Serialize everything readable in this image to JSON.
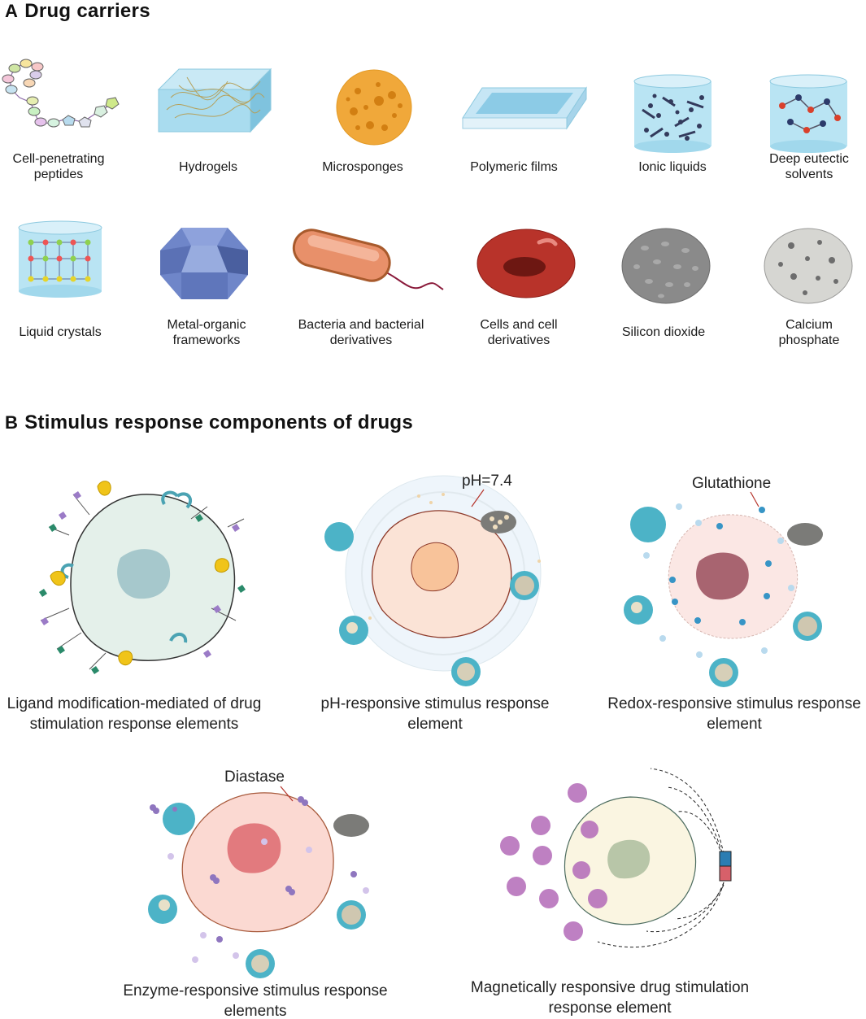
{
  "section_a": {
    "letter": "A",
    "title": "Drug carriers"
  },
  "carriers": [
    {
      "line1": "Cell-penetrating",
      "line2": "peptides"
    },
    {
      "line1": "Hydrogels",
      "line2": ""
    },
    {
      "line1": "Microsponges",
      "line2": ""
    },
    {
      "line1": "Polymeric films",
      "line2": ""
    },
    {
      "line1": "Ionic liquids",
      "line2": ""
    },
    {
      "line1": "Deep eutectic",
      "line2": "solvents"
    },
    {
      "line1": "Liquid crystals",
      "line2": ""
    },
    {
      "line1": "Metal-organic",
      "line2": "frameworks"
    },
    {
      "line1": "Bacteria and bacterial",
      "line2": "derivatives"
    },
    {
      "line1": "Cells and cell",
      "line2": "derivatives"
    },
    {
      "line1": "Silicon dioxide",
      "line2": ""
    },
    {
      "line1": "Calcium",
      "line2": "phosphate"
    }
  ],
  "section_b": {
    "letter": "B",
    "title": "Stimulus response components of drugs"
  },
  "stimuli": [
    {
      "line1": "Ligand modification-mediated of drug",
      "line2": "stimulation response elements",
      "annotation": ""
    },
    {
      "line1": "pH-responsive stimulus response",
      "line2": "element",
      "annotation": "pH=7.4"
    },
    {
      "line1": "Redox-responsive stimulus response",
      "line2": "element",
      "annotation": "Glutathione"
    },
    {
      "line1": "Enzyme-responsive stimulus response",
      "line2": "elements",
      "annotation": "Diastase"
    },
    {
      "line1": "Magnetically responsive drug stimulation",
      "line2": "response element",
      "annotation": ""
    }
  ],
  "colors": {
    "water": "#a8dcec",
    "sponge": "#f0a83a",
    "mof": "#6f86c9",
    "bacteria": "#e8906a",
    "rbc": "#b8332a",
    "silica": "#8a8a8a",
    "caphos": "#d6d6d2",
    "cell_teal": "#4cb3c7",
    "ligand_yellow": "#f0c419",
    "pink_cell": "#fbd9d2",
    "virus_purple": "#b36ab8"
  },
  "icons": [
    "peptide-chain-icon",
    "hydrogel-block-icon",
    "microsponge-icon",
    "polymer-film-icon",
    "ionic-liquid-beaker-icon",
    "des-beaker-icon",
    "liquid-crystal-beaker-icon",
    "mof-crystal-icon",
    "bacterium-icon",
    "red-blood-cell-icon",
    "silica-sphere-icon",
    "calcium-phosphate-sphere-icon",
    "magnet-icon"
  ]
}
